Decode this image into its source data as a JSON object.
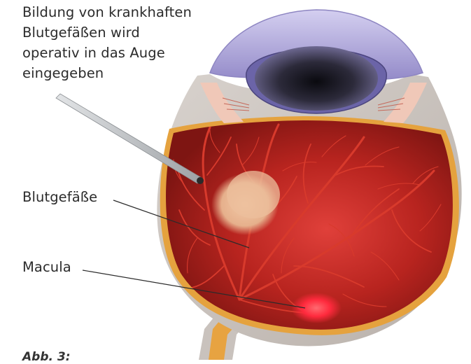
{
  "labels": {
    "injection_line1": "Bildung von krankhaften",
    "injection_line2": "Blutgefäßen wird",
    "injection_line3": "operativ in das Auge",
    "injection_line4": "eingegeben",
    "vessels": "Blutgefäße",
    "macula": "Macula"
  },
  "caption": "Abb. 3:",
  "colors": {
    "sclera": "#c9c2bd",
    "choroid": "#e5a23e",
    "retina": "#b8241f",
    "vessel": "#d83a2c",
    "lens": "#45406b",
    "cornea": "#b7b0de",
    "macula_spot": "#ff3a4a",
    "lesion": "#e8b592",
    "needle": "#c7c9cc",
    "optic_nerve": "#e7a341",
    "text": "#2b2b2b"
  }
}
